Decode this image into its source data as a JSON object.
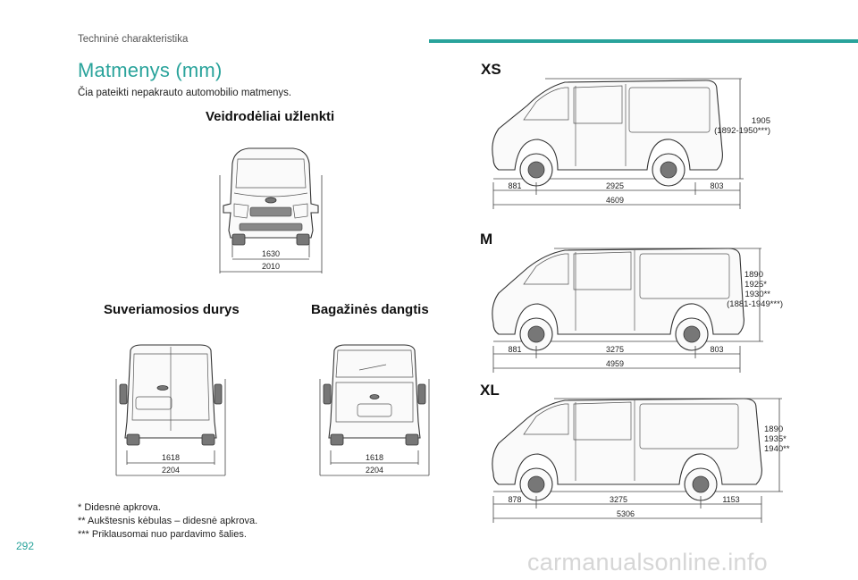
{
  "header": {
    "section": "Techninė charakteristika"
  },
  "title": "Matmenys (mm)",
  "intro": "Čia pateikti nepakrauto automobilio matmenys.",
  "front_view": {
    "heading": "Veidrodėliai užlenkti",
    "track": "1630",
    "width": "2010"
  },
  "rear_doors": {
    "heading": "Suveriamosios durys",
    "track": "1618",
    "width": "2204"
  },
  "tailgate": {
    "heading": "Bagažinės dangtis",
    "track": "1618",
    "width": "2204"
  },
  "variants": [
    {
      "name": "XS",
      "front_overhang": "881",
      "wheelbase": "2925",
      "rear_overhang": "803",
      "length": "4609",
      "height_lines": [
        "1905",
        "(1892-1950***)"
      ]
    },
    {
      "name": "M",
      "front_overhang": "881",
      "wheelbase": "3275",
      "rear_overhang": "803",
      "length": "4959",
      "height_lines": [
        "1890",
        "1925*",
        "1930**",
        "(1881-1949***)"
      ]
    },
    {
      "name": "XL",
      "front_overhang": "878",
      "wheelbase": "3275",
      "rear_overhang": "1153",
      "length": "5306",
      "height_lines": [
        "1890",
        "1935*",
        "1940**"
      ]
    }
  ],
  "footnotes": [
    "* Didesnė apkrova.",
    "** Aukštesnis kėbulas – didesnė apkrova.",
    "*** Priklausomai nuo pardavimo šalies."
  ],
  "page_number": "292",
  "watermark": "carmanualsonline.info",
  "colors": {
    "accent": "#29a39b"
  }
}
